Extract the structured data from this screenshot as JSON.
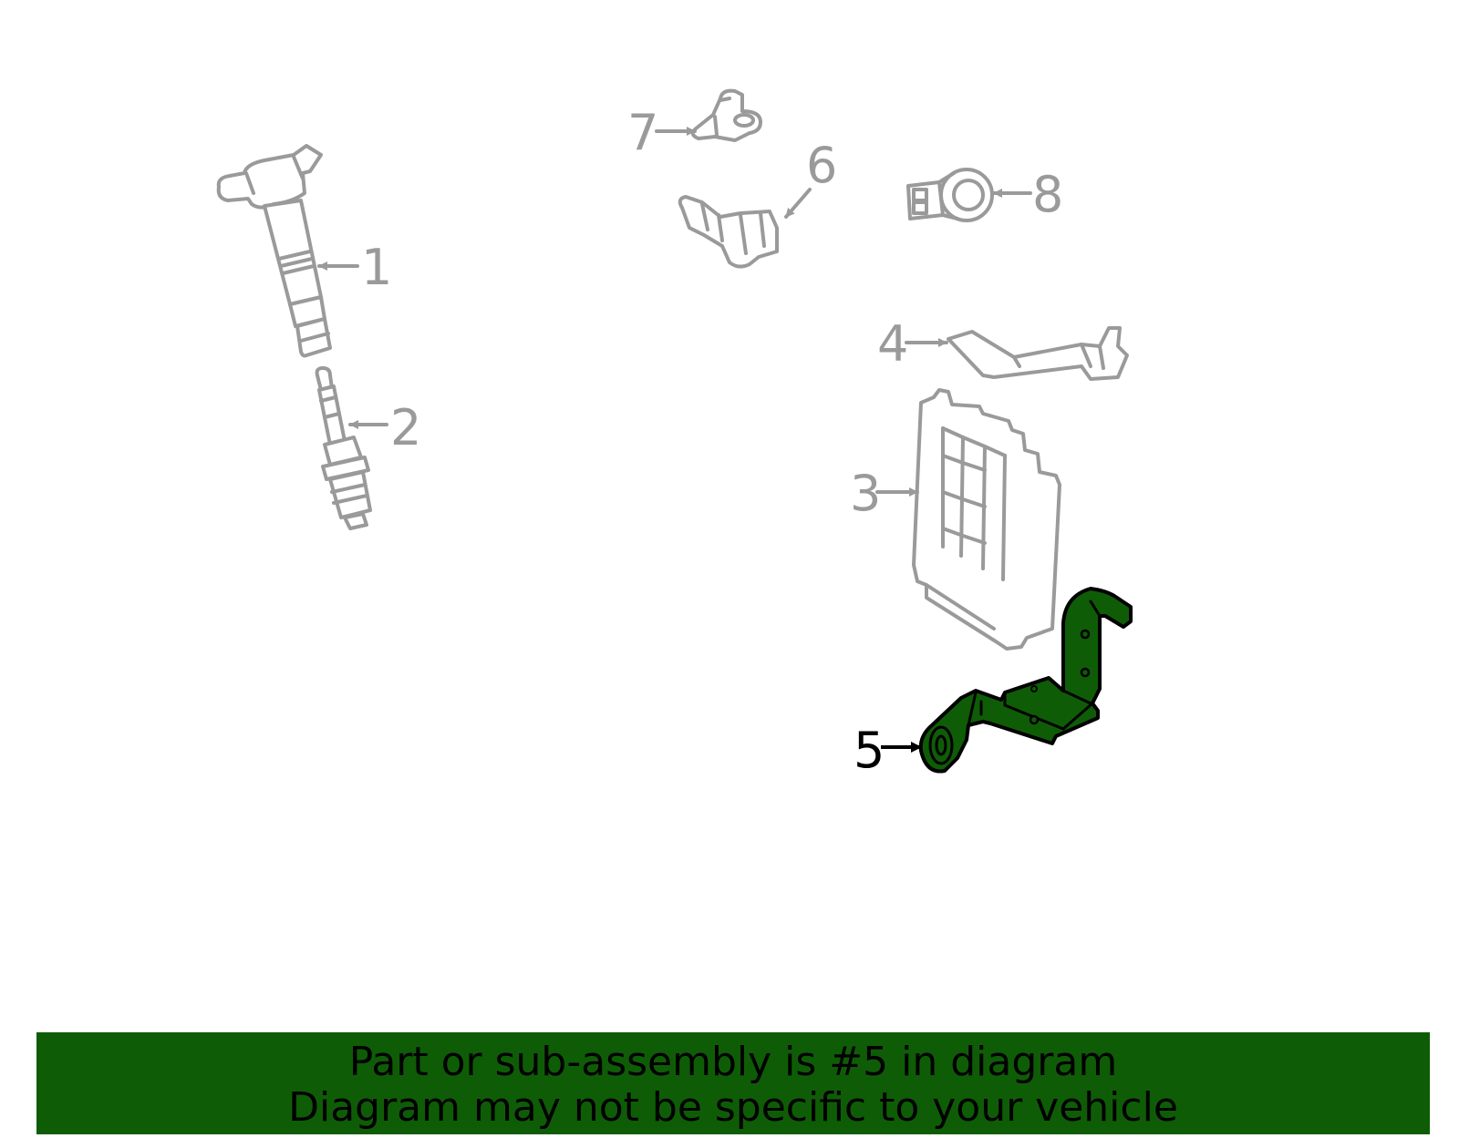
{
  "callouts": [
    {
      "id": "1",
      "label": "1",
      "highlighted": false
    },
    {
      "id": "2",
      "label": "2",
      "highlighted": false
    },
    {
      "id": "3",
      "label": "3",
      "highlighted": false
    },
    {
      "id": "4",
      "label": "4",
      "highlighted": false
    },
    {
      "id": "5",
      "label": "5",
      "highlighted": true
    },
    {
      "id": "6",
      "label": "6",
      "highlighted": false
    },
    {
      "id": "7",
      "label": "7",
      "highlighted": false
    },
    {
      "id": "8",
      "label": "8",
      "highlighted": false
    }
  ],
  "banner": {
    "line1": "Part or sub-assembly is #5 in diagram",
    "line2": "Diagram may not be specific to your vehicle"
  },
  "colors": {
    "highlight": "#0f5c07",
    "ghost": "#9a9a9a",
    "banner_bg": "#0f5c07",
    "banner_text": "#000000"
  }
}
